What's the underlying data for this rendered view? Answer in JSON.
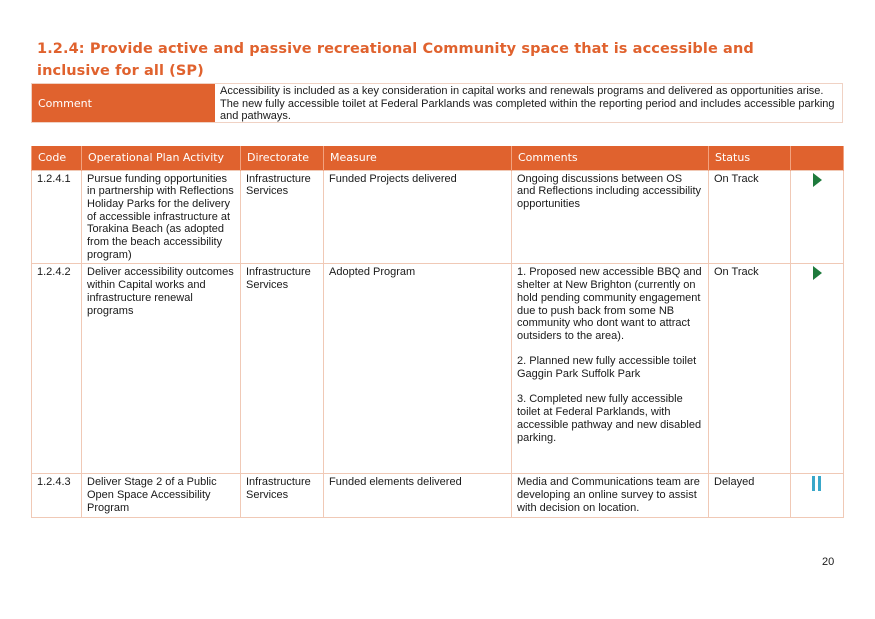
{
  "heading": "1.2.4: Provide active and passive recreational Community space that is accessible and inclusive for all (SP)",
  "comment": {
    "label": "Comment",
    "text": "Accessibility is included as a key consideration in capital works and renewals programs and delivered as opportunities arise. The new fully accessible toilet at Federal Parklands was completed within the reporting period and includes accessible parking and pathways."
  },
  "table": {
    "headers": {
      "code": "Code",
      "activity": "Operational Plan Activity",
      "directorate": "Directorate",
      "measure": "Measure",
      "comments": "Comments",
      "status": "Status"
    },
    "rows": [
      {
        "code": "1.2.4.1",
        "activity": "Pursue funding opportunities in partnership with Reflections Holiday Parks for the delivery of accessible infrastructure at Torakina Beach (as adopted from the beach accessibility program)",
        "directorate": "Infrastructure Services",
        "measure": "Funded Projects delivered",
        "comments": "Ongoing discussions between OS and Reflections including accessibility opportunities",
        "status": "On Track",
        "icon": "play-icon"
      },
      {
        "code": "1.2.4.2",
        "activity": "Deliver accessibility outcomes within Capital works and infrastructure renewal programs",
        "directorate": "Infrastructure Services",
        "measure": "Adopted Program",
        "comments": "1. Proposed new accessible BBQ and shelter at  New Brighton (currently on hold pending community engagement due to push back from some  NB community who dont want to attract outsiders to the area).\n\n2. Planned new fully accessible toilet Gaggin Park  Suffolk Park\n\n3. Completed new fully accessible toilet at Federal Parklands, with accessible pathway and new disabled parking.",
        "status": "On Track",
        "icon": "play-icon"
      },
      {
        "code": "1.2.4.3",
        "activity": "Deliver Stage 2 of a Public Open Space Accessibility Program",
        "directorate": "Infrastructure Services",
        "measure": "Funded elements delivered",
        "comments": "Media and Communications team are developing an online survey to assist with decision on location.",
        "status": "Delayed",
        "icon": "pause-icon"
      }
    ]
  },
  "page_number": "20",
  "colors": {
    "accent": "#e0622e",
    "on_track": "#1e7a3c",
    "delayed": "#39a7c9"
  }
}
